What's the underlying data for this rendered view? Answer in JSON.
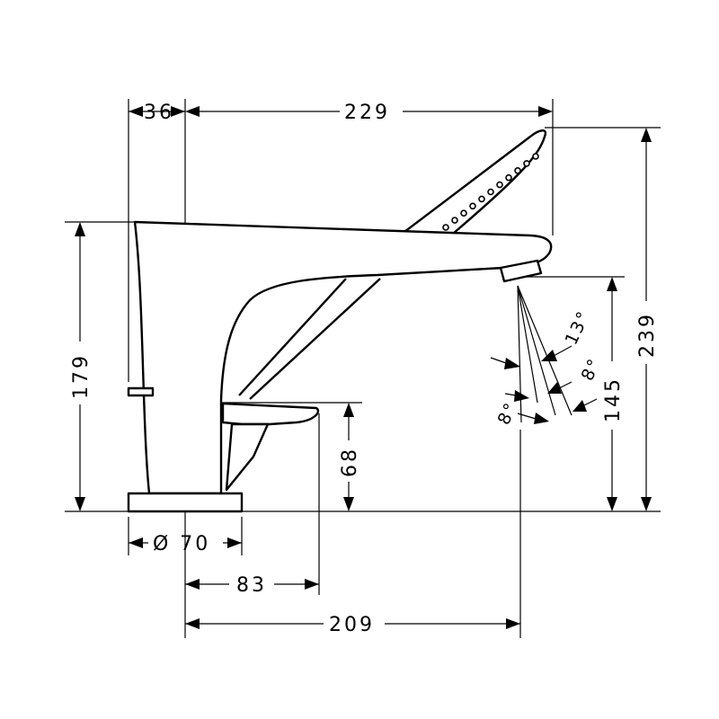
{
  "dimensions": {
    "offset_top": "36",
    "width_top": "229",
    "height_total": "239",
    "height_body": "179",
    "height_spout": "145",
    "height_handle": "68",
    "base_diameter": "Ø 70",
    "handle_reach": "83",
    "spout_reach": "209"
  },
  "spray_angles": {
    "outer": "13°",
    "middle": "8°",
    "left": "8°"
  },
  "icons": {
    "hand_shower_nozzles": "dot-nozzle-icon"
  }
}
